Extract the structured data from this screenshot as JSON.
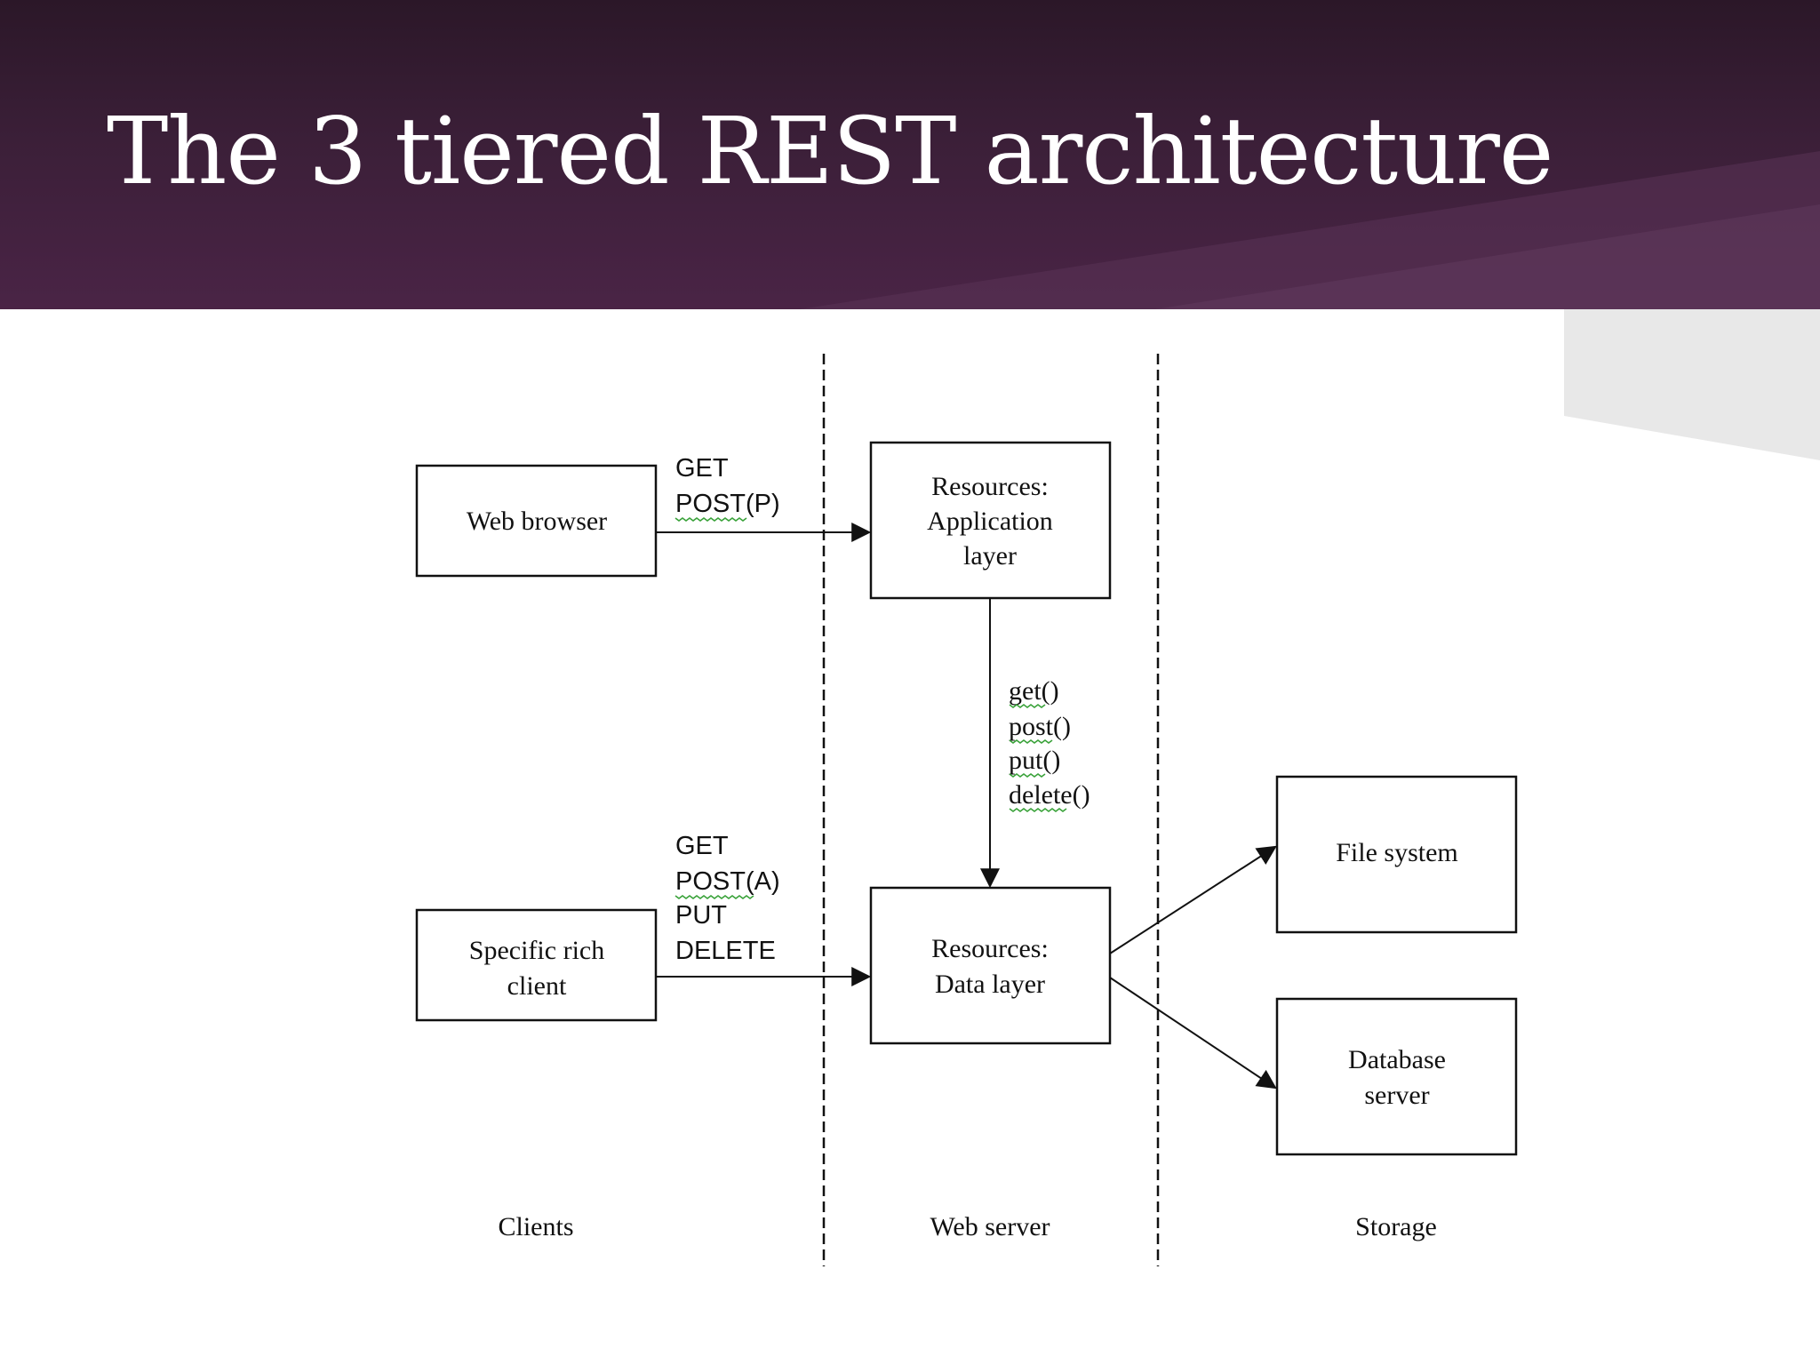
{
  "slide": {
    "title": "The 3 tiered REST architecture"
  },
  "colors": {
    "header": "#3b1f38",
    "title_text": "#ffffff",
    "diagram_ink": "#111111",
    "spellcheck_underline": "#3aa23a"
  },
  "diagram": {
    "boxes": {
      "web_browser": [
        "Web browser"
      ],
      "rich_client": [
        "Specific rich",
        "client"
      ],
      "app_layer": [
        "Resources:",
        "Application",
        "layer"
      ],
      "data_layer": [
        "Resources:",
        "Data layer"
      ],
      "file_system": [
        "File system"
      ],
      "database_server": [
        "Database",
        "server"
      ]
    },
    "edge_labels": {
      "browser_to_app": [
        "GET",
        "POST(P)"
      ],
      "client_to_data": [
        "GET",
        "POST(A)",
        "PUT",
        "DELETE"
      ],
      "app_to_data": [
        "get()",
        "post()",
        "put()",
        "delete()"
      ]
    },
    "tiers": {
      "clients": "Clients",
      "web_server": "Web server",
      "storage": "Storage"
    }
  }
}
